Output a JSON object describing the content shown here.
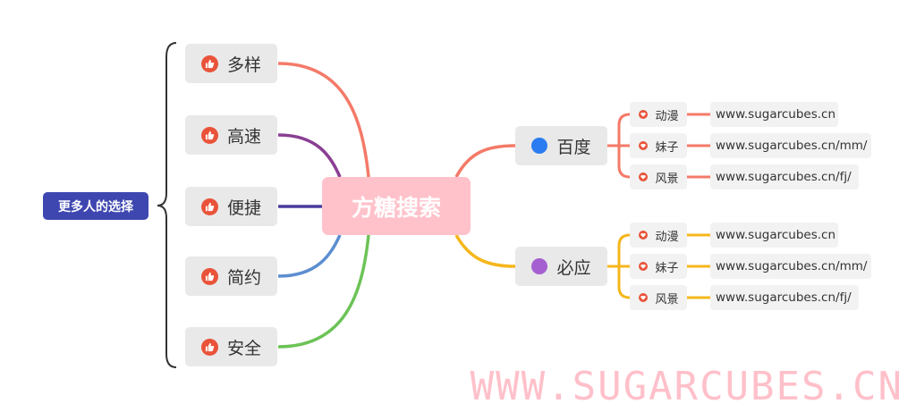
{
  "left_tag": "更多人的选择",
  "center": "方糖搜索",
  "features": [
    {
      "label": "多样",
      "color": "#f47a68"
    },
    {
      "label": "高速",
      "color": "#8a3f93"
    },
    {
      "label": "便捷",
      "color": "#4b3b9e"
    },
    {
      "label": "简约",
      "color": "#5c8ed0"
    },
    {
      "label": "安全",
      "color": "#6cc356"
    }
  ],
  "engines": [
    {
      "label": "百度",
      "dot_color": "#2a7cf0",
      "branch_color": "#f47a68",
      "items": [
        {
          "category": "动漫",
          "url": "www.sugarcubes.cn"
        },
        {
          "category": "妹子",
          "url": "www.sugarcubes.cn/mm/"
        },
        {
          "category": "风景",
          "url": "www.sugarcubes.cn/fj/"
        }
      ]
    },
    {
      "label": "必应",
      "dot_color": "#a65fd0",
      "branch_color": "#f5b71c",
      "items": [
        {
          "category": "动漫",
          "url": "www.sugarcubes.cn"
        },
        {
          "category": "妹子",
          "url": "www.sugarcubes.cn/mm/"
        },
        {
          "category": "风景",
          "url": "www.sugarcubes.cn/fj/"
        }
      ]
    }
  ],
  "watermark": "WWW.SUGARCUBES.CN",
  "icons": {
    "feature": "thumbs-up-icon",
    "category": "heart-icon"
  }
}
